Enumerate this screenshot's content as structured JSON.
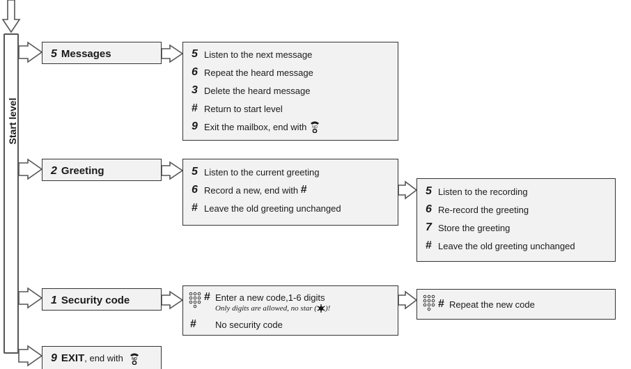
{
  "start_level_label": "Start level",
  "messages": {
    "num": "5",
    "title": "Messages",
    "items": [
      {
        "key": "5",
        "text": "Listen to the next message"
      },
      {
        "key": "6",
        "text": "Repeat the heard message"
      },
      {
        "key": "3",
        "text": "Delete the heard message"
      },
      {
        "key": "#",
        "text": "Return to start level"
      },
      {
        "key": "9",
        "text": "Exit the mailbox, end with"
      }
    ]
  },
  "greeting": {
    "num": "2",
    "title": "Greeting",
    "items": [
      {
        "key": "5",
        "text": "Listen to the current greeting"
      },
      {
        "key": "6",
        "text": "Record a new, end with",
        "suffix": "#"
      },
      {
        "key": "#",
        "text": "Leave the old greeting unchanged"
      }
    ],
    "record_items": [
      {
        "key": "5",
        "text": "Listen to the recording"
      },
      {
        "key": "6",
        "text": "Re-record the greeting"
      },
      {
        "key": "7",
        "text": "Store the greeting"
      },
      {
        "key": "#",
        "text": "Leave the old greeting unchanged"
      }
    ]
  },
  "security": {
    "num": "1",
    "title": "Security code",
    "hash": "#",
    "enter_text": "Enter a new code,1-6 digits",
    "note": "Only digits are allowed, no star (",
    "note_end": ")!",
    "no_code_key": "#",
    "no_code_text": "No security code",
    "repeat_text": "Repeat the new code"
  },
  "exit": {
    "num": "9",
    "title": "EXIT",
    "suffix": ", end with"
  },
  "icons": {
    "end_call": "on-hook-icon",
    "keypad": "keypad-icon",
    "star": "star-icon"
  }
}
